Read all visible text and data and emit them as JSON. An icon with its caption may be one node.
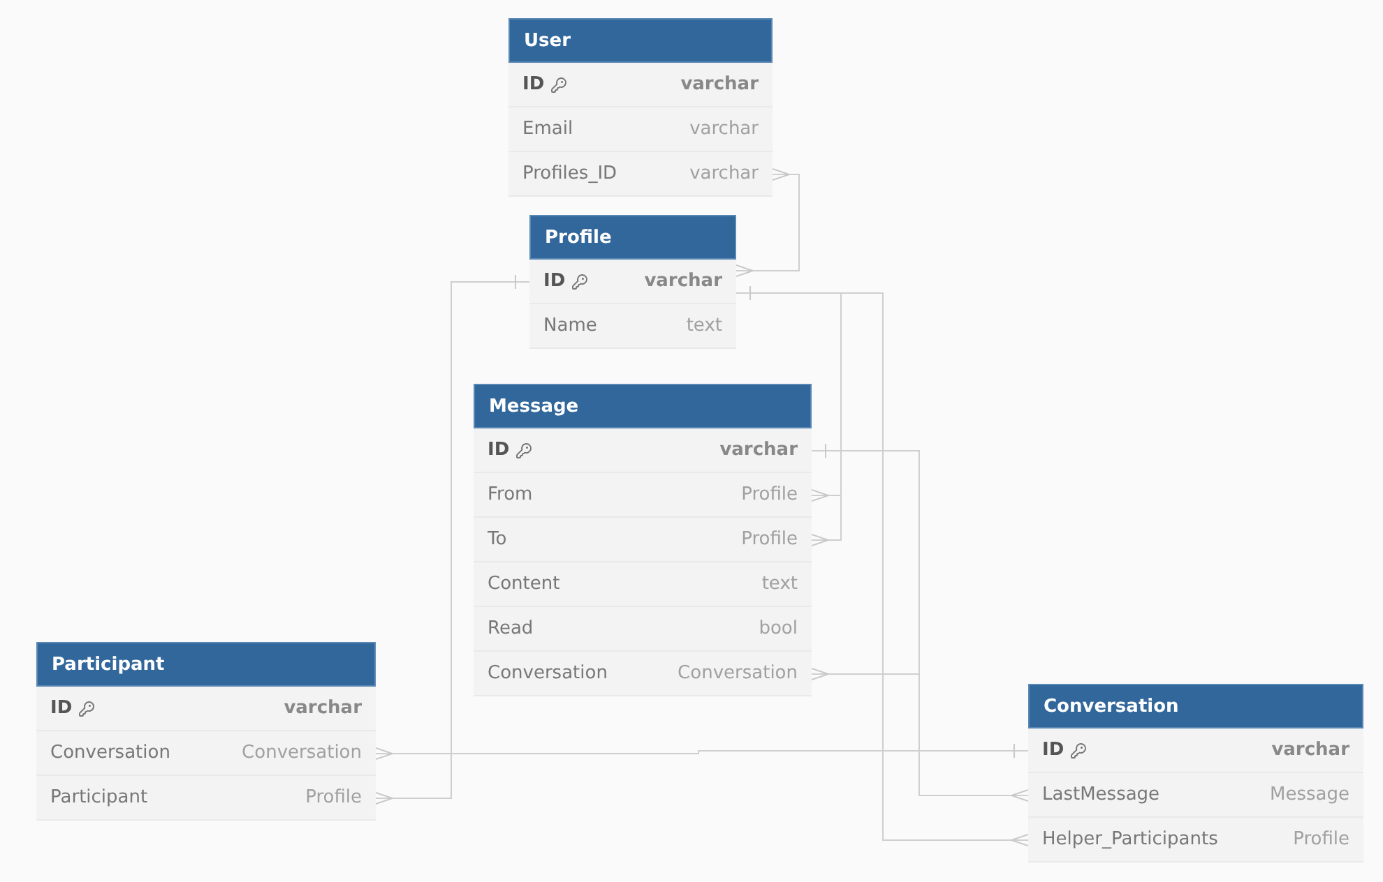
{
  "diagram": {
    "nodes": [
      {
        "text": [
          "User"
        ]
      },
      {
        "text": [
          "ID",
          "varchar"
        ],
        "in": 0
      },
      {
        "text": [
          "Email",
          "varchar"
        ],
        "in": 0
      },
      {
        "text": [
          "Profiles_ID",
          "varchar"
        ],
        "in": 0
      },
      {
        "text": [
          "Profile"
        ]
      },
      {
        "text": [
          "ID",
          "varchar"
        ],
        "in": 4
      },
      {
        "text": [
          "Name",
          "text"
        ],
        "in": 4
      },
      {
        "text": [
          "Message"
        ]
      },
      {
        "text": [
          "ID",
          "varchar"
        ],
        "in": 7
      },
      {
        "text": [
          "From",
          "Profile"
        ],
        "in": 7
      },
      {
        "text": [
          "To",
          "Profile"
        ],
        "in": 7
      },
      {
        "text": [
          "Content",
          "text"
        ],
        "in": 7
      },
      {
        "text": [
          "Read",
          "bool"
        ],
        "in": 7
      },
      {
        "text": [
          "Conversation",
          "Conversation"
        ],
        "in": 7
      },
      {
        "text": [
          "Participant"
        ]
      },
      {
        "text": [
          "ID",
          "varchar"
        ],
        "in": 14
      },
      {
        "text": [
          "Conversation",
          "Conversation"
        ],
        "in": 14
      },
      {
        "text": [
          "Participant",
          "Profile"
        ],
        "in": 14
      },
      {
        "text": [
          "Conversation"
        ]
      },
      {
        "text": [
          "ID",
          "varchar"
        ],
        "in": 18
      },
      {
        "text": [
          "LastMessage",
          "Message"
        ],
        "in": 18
      },
      {
        "text": [
          "Helper_Participants",
          "Profile"
        ],
        "in": 18
      }
    ],
    "edges": [
      {
        "from": 3,
        "to": 5,
        "arrow": "other"
      },
      {
        "from": 5,
        "to": 9,
        "arrow": "other"
      },
      {
        "from": 5,
        "to": 10,
        "arrow": "other"
      },
      {
        "from": 5,
        "to": 21,
        "arrow": "other"
      },
      {
        "from": 5,
        "to": 17,
        "arrow": "other"
      },
      {
        "from": 8,
        "to": 20,
        "arrow": "other"
      },
      {
        "from": 13,
        "to": 19,
        "arrow": "other"
      },
      {
        "from": 16,
        "to": 19,
        "arrow": "other"
      }
    ]
  }
}
